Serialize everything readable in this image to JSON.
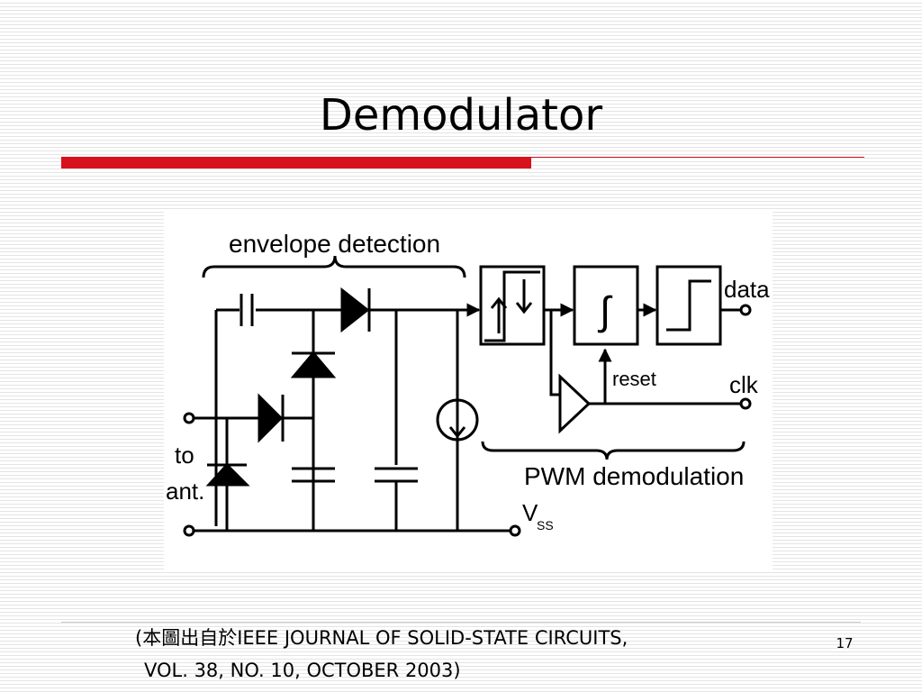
{
  "slide": {
    "title": "Demodulator",
    "page_number": "17"
  },
  "citation": {
    "line1": "(本圖出自於IEEE JOURNAL OF SOLID-STATE CIRCUITS,",
    "line2": "VOL. 38, NO. 10, OCTOBER 2003)"
  },
  "diagram": {
    "envelope_label": "envelope detection",
    "pwm_label": "PWM demodulation",
    "data_label": "data",
    "clk_label": "clk",
    "reset_label": "reset",
    "to_label": "to",
    "ant_label": "ant.",
    "vss_label": "V",
    "vss_subscript": "SS",
    "integrator_symbol": "∫"
  },
  "colors": {
    "accent": "#d7121c",
    "stripe": "#e4e4e4"
  }
}
